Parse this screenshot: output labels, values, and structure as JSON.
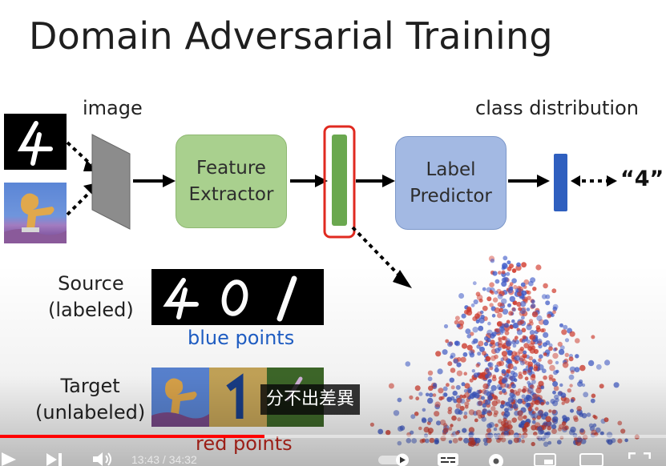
{
  "slide": {
    "title": "Domain Adversarial Training",
    "image_label": "image",
    "class_distribution_label": "class distribution",
    "feature_extractor": [
      "Feature",
      "Extractor"
    ],
    "label_predictor": [
      "Label",
      "Predictor"
    ],
    "output_label": "“4”",
    "source_label": [
      "Source",
      "(labeled)"
    ],
    "target_label": [
      "Target",
      "(unlabeled)"
    ],
    "blue_points": "blue points",
    "red_points": "red points",
    "source_digits": [
      "4",
      "0",
      "1"
    ],
    "target_digit": "1"
  },
  "colors": {
    "feature_box": "#a9d08e",
    "predictor_box": "#a3b9e3",
    "feature_vector": "#6aa84f",
    "highlight": "#e02a20",
    "class_bar": "#2f5fbf",
    "blue_points": "#3b57c8",
    "red_points": "#d23a2c"
  },
  "caption": "分不出差異",
  "player": {
    "current_time": "13:43",
    "duration": "34:32",
    "time_text": "13:43 / 34:32",
    "progress": 0.3973,
    "autoplay": "on",
    "icons": [
      "play-icon",
      "next-icon",
      "volume-icon",
      "autoplay-toggle-icon",
      "subtitles-icon",
      "settings-icon",
      "miniplayer-icon",
      "theater-icon",
      "fullscreen-icon"
    ]
  }
}
